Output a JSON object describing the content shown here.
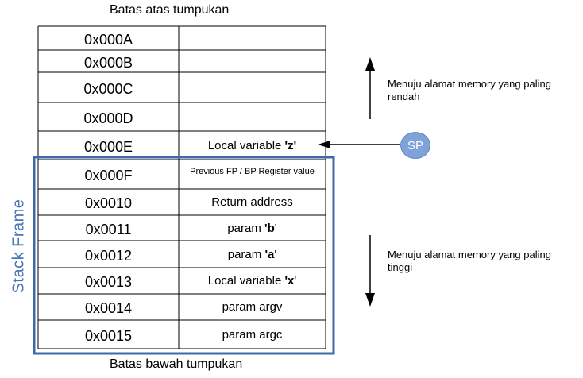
{
  "top_caption": "Batas atas tumpukan",
  "bottom_caption": "Batas bawah tumpukan",
  "stack_frame_label": "Stack Frame",
  "sp_label": "SP",
  "note_up": "Menuju alamat memory yang paling rendah",
  "note_down": "Menuju alamat memory yang paling tinggi",
  "rows": [
    {
      "addr": "0x000A",
      "pre": "",
      "bold": "",
      "post": ""
    },
    {
      "addr": "0x000B",
      "pre": "",
      "bold": "",
      "post": ""
    },
    {
      "addr": "0x000C",
      "pre": "",
      "bold": "",
      "post": ""
    },
    {
      "addr": "0x000D",
      "pre": "",
      "bold": "",
      "post": ""
    },
    {
      "addr": "0x000E",
      "pre": "Local variable ",
      "bold": "'z'",
      "post": ""
    },
    {
      "addr": "0x000F",
      "pre": "Previous FP / BP Register value",
      "bold": "",
      "post": ""
    },
    {
      "addr": "0x0010",
      "pre": "Return address",
      "bold": "",
      "post": ""
    },
    {
      "addr": "0x0011",
      "pre": "param ",
      "bold": "'b",
      "post": "'"
    },
    {
      "addr": "0x0012",
      "pre": "param ",
      "bold": "'a",
      "post": "'"
    },
    {
      "addr": "0x0013",
      "pre": "Local variable ",
      "bold": "'x",
      "post": "'"
    },
    {
      "addr": "0x0014",
      "pre": "param argv",
      "bold": "",
      "post": ""
    },
    {
      "addr": "0x0015",
      "pre": "param argc",
      "bold": "",
      "post": ""
    }
  ],
  "colors": {
    "frame": "#3f6aa8",
    "sp": "#7fa3d9",
    "line": "#000000"
  }
}
